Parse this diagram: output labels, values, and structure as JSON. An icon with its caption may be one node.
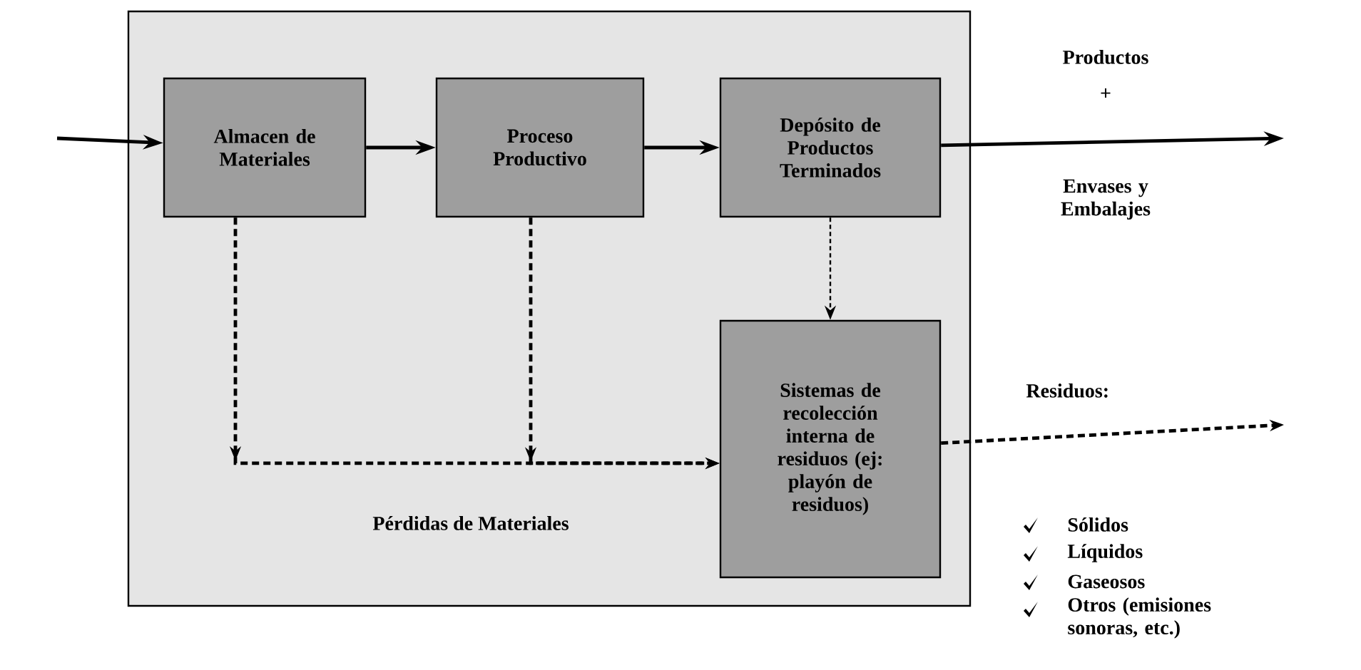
{
  "diagram": {
    "nodes": [
      {
        "text": [],
        "shape": "box"
      },
      {
        "text": [
          "Almacen de Materiales"
        ],
        "in": 0
      },
      {
        "text": [
          "Proceso Productivo"
        ],
        "in": 0
      },
      {
        "text": [
          "Depósito de Productos Terminados"
        ],
        "in": 0
      },
      {
        "text": [
          "Sistemas de recolección interna de residuos (ej: playón de residuos)"
        ],
        "in": 0
      }
    ],
    "edges": [
      {
        "from": null,
        "to": 1,
        "arrow": "to"
      },
      {
        "from": 1,
        "to": 2,
        "arrow": "to"
      },
      {
        "from": 2,
        "to": 3,
        "arrow": "to"
      },
      {
        "from": 3,
        "to": null,
        "arrow": "to"
      },
      {
        "from": 3,
        "to": 4,
        "arrow": "to",
        "style": "dashed"
      },
      {
        "from": 1,
        "to": 4,
        "arrow": "to",
        "style": "dashed"
      },
      {
        "from": 2,
        "to": 4,
        "arrow": "to",
        "style": "dashed"
      },
      {
        "from": 4,
        "to": null,
        "arrow": "to",
        "style": "dashed"
      }
    ],
    "labels": [
      "Pérdidas de Materiales",
      "Productos",
      "+",
      "Envases y Embalajes",
      "Residuos:",
      "Sólidos",
      "Líquidos",
      "Gaseosos",
      "Otros (emisiones sonoras, etc.)"
    ]
  }
}
